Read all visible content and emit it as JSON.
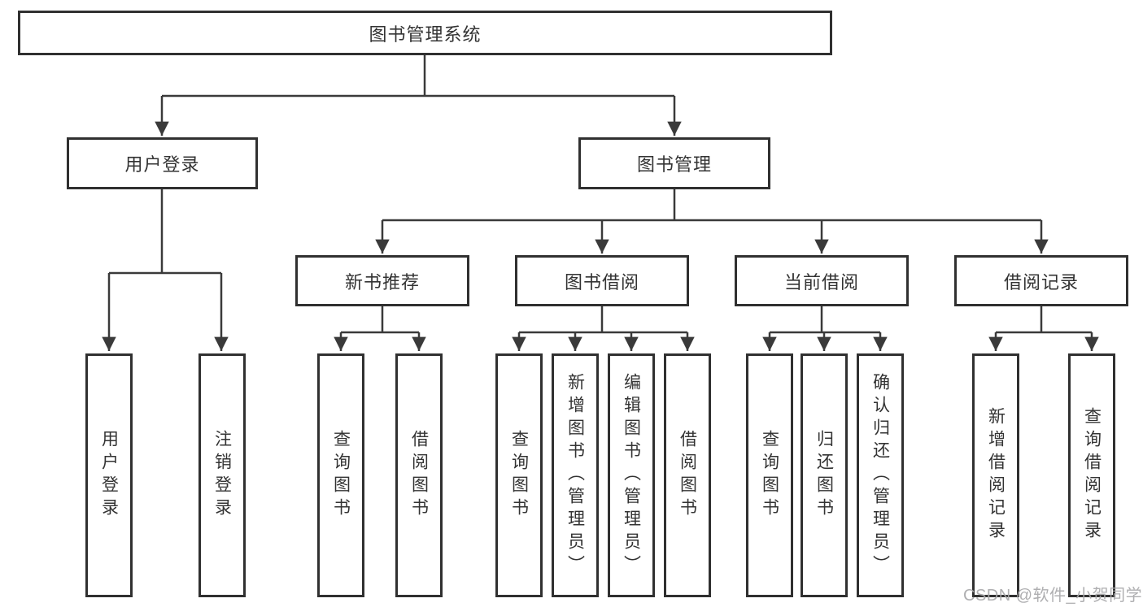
{
  "diagram": {
    "type": "org-chart",
    "background": "#ffffff",
    "line_color": "#3a3a3a",
    "box_border_color": "#303030",
    "text_color": "#333333",
    "watermark": {
      "text": "CSDN @软件_小贺同学",
      "color": "#a8a8aa"
    },
    "nodes": {
      "root": {
        "label": "图书管理系统"
      },
      "login": {
        "label": "用户登录"
      },
      "mgmt": {
        "label": "图书管理"
      },
      "rec": {
        "label": "新书推荐"
      },
      "borrow": {
        "label": "图书借阅"
      },
      "current": {
        "label": "当前借阅"
      },
      "record": {
        "label": "借阅记录"
      },
      "login_user": {
        "label": "用户登录"
      },
      "login_out": {
        "label": "注销登录"
      },
      "rec_query": {
        "label": "查询图书"
      },
      "rec_borrow": {
        "label": "借阅图书"
      },
      "borrow_query": {
        "label": "查询图书"
      },
      "borrow_add": {
        "label": "新增图书（管理员）"
      },
      "borrow_edit": {
        "label": "编辑图书（管理员）"
      },
      "borrow_borrow": {
        "label": "借阅图书"
      },
      "current_query": {
        "label": "查询图书"
      },
      "current_return": {
        "label": "归还图书"
      },
      "current_confirm": {
        "label": "确认归还（管理员）"
      },
      "record_add": {
        "label": "新增借阅记录"
      },
      "record_query": {
        "label": "查询借阅记录"
      }
    },
    "edges": [
      [
        "root",
        "login"
      ],
      [
        "root",
        "mgmt"
      ],
      [
        "login",
        "login_user"
      ],
      [
        "login",
        "login_out"
      ],
      [
        "mgmt",
        "rec"
      ],
      [
        "mgmt",
        "borrow"
      ],
      [
        "mgmt",
        "current"
      ],
      [
        "mgmt",
        "record"
      ],
      [
        "rec",
        "rec_query"
      ],
      [
        "rec",
        "rec_borrow"
      ],
      [
        "borrow",
        "borrow_query"
      ],
      [
        "borrow",
        "borrow_add"
      ],
      [
        "borrow",
        "borrow_edit"
      ],
      [
        "borrow",
        "borrow_borrow"
      ],
      [
        "current",
        "current_query"
      ],
      [
        "current",
        "current_return"
      ],
      [
        "current",
        "current_confirm"
      ],
      [
        "record",
        "record_add"
      ],
      [
        "record",
        "record_query"
      ]
    ]
  }
}
